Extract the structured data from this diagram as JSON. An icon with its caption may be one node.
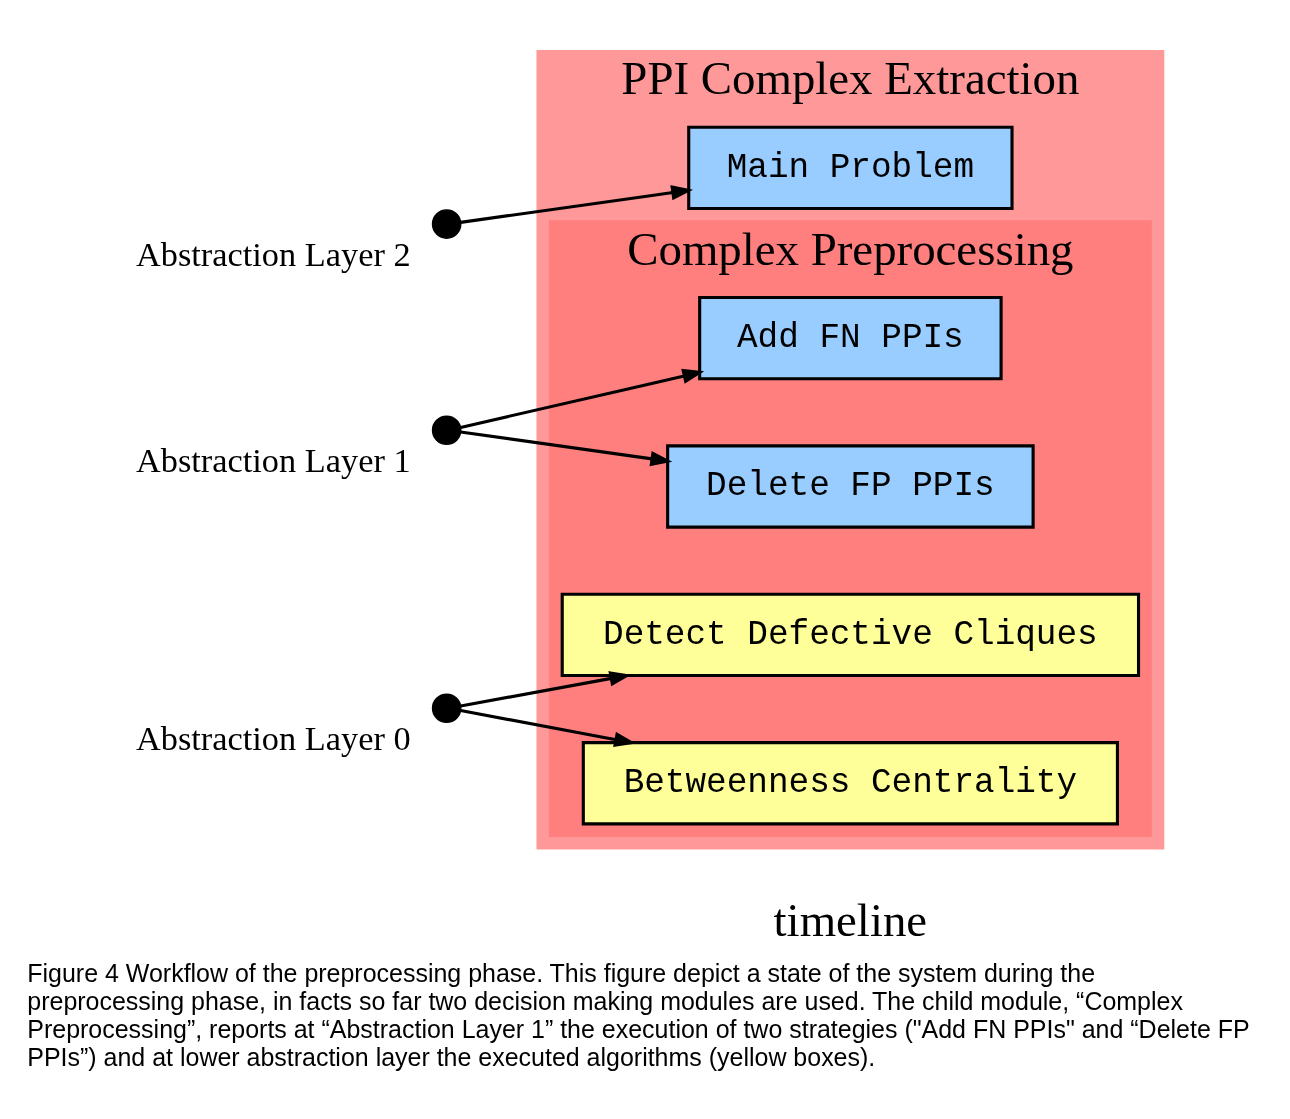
{
  "diagram": {
    "caption": "Figure 4 Workflow of the preprocessing phase. This figure depict a state of the system during the preprocessing phase, in facts so far two decision making modules are used. The child module, “Complex Preprocessing”, reports at “Abstraction Layer 1” the execution of two strategies (\"Add FN PPIs\" and “Delete FP PPIs”) and at lower abstraction layer the executed algorithms (yellow boxes).",
    "nodes": [
      {
        "text": [
          "PPI Complex Extraction"
        ]
      },
      {
        "text": [
          "Main Problem"
        ],
        "in": 0
      },
      {
        "text": [
          "Complex Preprocessing"
        ],
        "in": 0
      },
      {
        "text": [
          "Add FN PPIs"
        ],
        "in": 2
      },
      {
        "text": [
          "Delete FP PPIs"
        ],
        "in": 2
      },
      {
        "text": [
          "Detect Defective Cliques"
        ],
        "in": 2
      },
      {
        "text": [
          "Betweenness Centrality"
        ],
        "in": 2
      },
      {
        "text": [],
        "shape": "circle",
        "beside": [
          "Abstraction Layer 2"
        ]
      },
      {
        "text": [],
        "shape": "circle",
        "beside": [
          "Abstraction Layer 1"
        ]
      },
      {
        "text": [],
        "shape": "circle",
        "beside": [
          "Abstraction Layer 0"
        ]
      }
    ],
    "edges": [
      {
        "from": 7,
        "to": 1,
        "arrow": "to"
      },
      {
        "from": 8,
        "to": 3,
        "arrow": "to"
      },
      {
        "from": 8,
        "to": 4,
        "arrow": "to"
      },
      {
        "from": 9,
        "to": 5,
        "arrow": "to"
      },
      {
        "from": 9,
        "to": 6,
        "arrow": "to"
      }
    ],
    "labels": [
      "timeline"
    ]
  }
}
